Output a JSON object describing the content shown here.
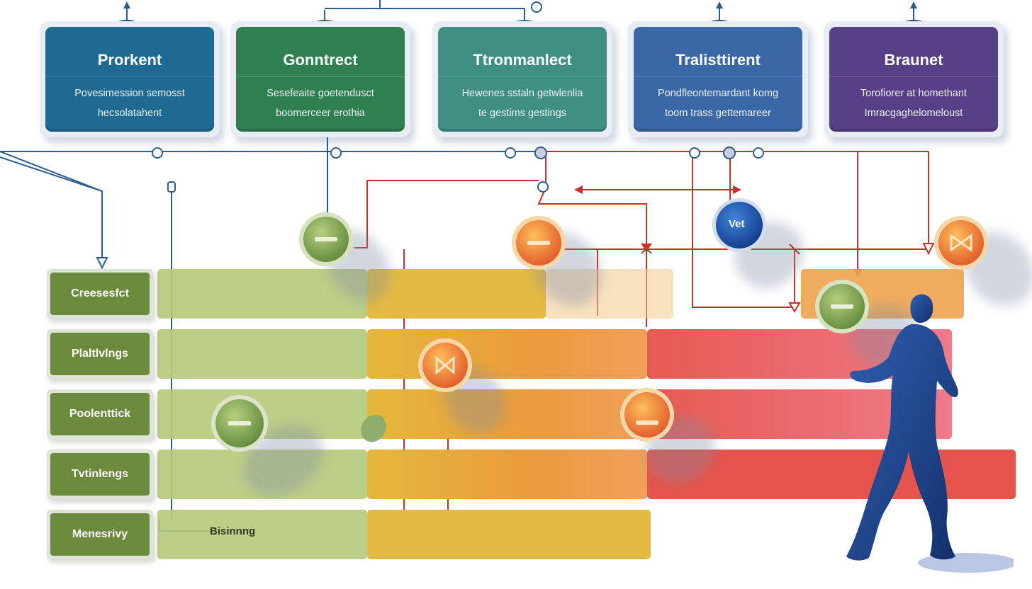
{
  "header_cards": [
    {
      "title": "Prorkent",
      "desc": [
        "Povesimession semosst",
        "hecsolatahent"
      ],
      "color": "#1f6a92"
    },
    {
      "title": "Gonntrect",
      "desc": [
        "Sesefeaite goetendusct",
        "boomerceer erothia"
      ],
      "color": "#2f7f4f"
    },
    {
      "title": "Ttronmanlect",
      "desc": [
        "Hewenes sstaln getwlenlia",
        "te gestims gestings"
      ],
      "color": "#3f8f84"
    },
    {
      "title": "Tralisttirent",
      "desc": [
        "Pondfleontemardant komg",
        "toom trass gettemareer"
      ],
      "color": "#3a67a5"
    },
    {
      "title": "Braunet",
      "desc": [
        "Torofiorer at homethant",
        "Imracgaghelomeloust"
      ],
      "color": "#573f86"
    }
  ],
  "rows": [
    {
      "label": "Creesesfct"
    },
    {
      "label": "Plaltlvlngs"
    },
    {
      "label": "Poolenttick"
    },
    {
      "label": "Tvtinlengs"
    },
    {
      "label": "Menesrivy"
    }
  ],
  "nodes": {
    "vet_label": "Vet",
    "bar_annotation": "Bisinnng"
  },
  "colors": {
    "green": "#6f9a3e",
    "yellow": "#e3b83b",
    "orange": "#e98a35",
    "red": "#e0525a",
    "connector_blue": "#2c5d8f",
    "connector_red": "#c6312b",
    "figure": "#1f3f7f"
  },
  "icons": [
    "minus-icon",
    "hourglass-icon",
    "arrow-up-icon",
    "person-walking-icon"
  ]
}
